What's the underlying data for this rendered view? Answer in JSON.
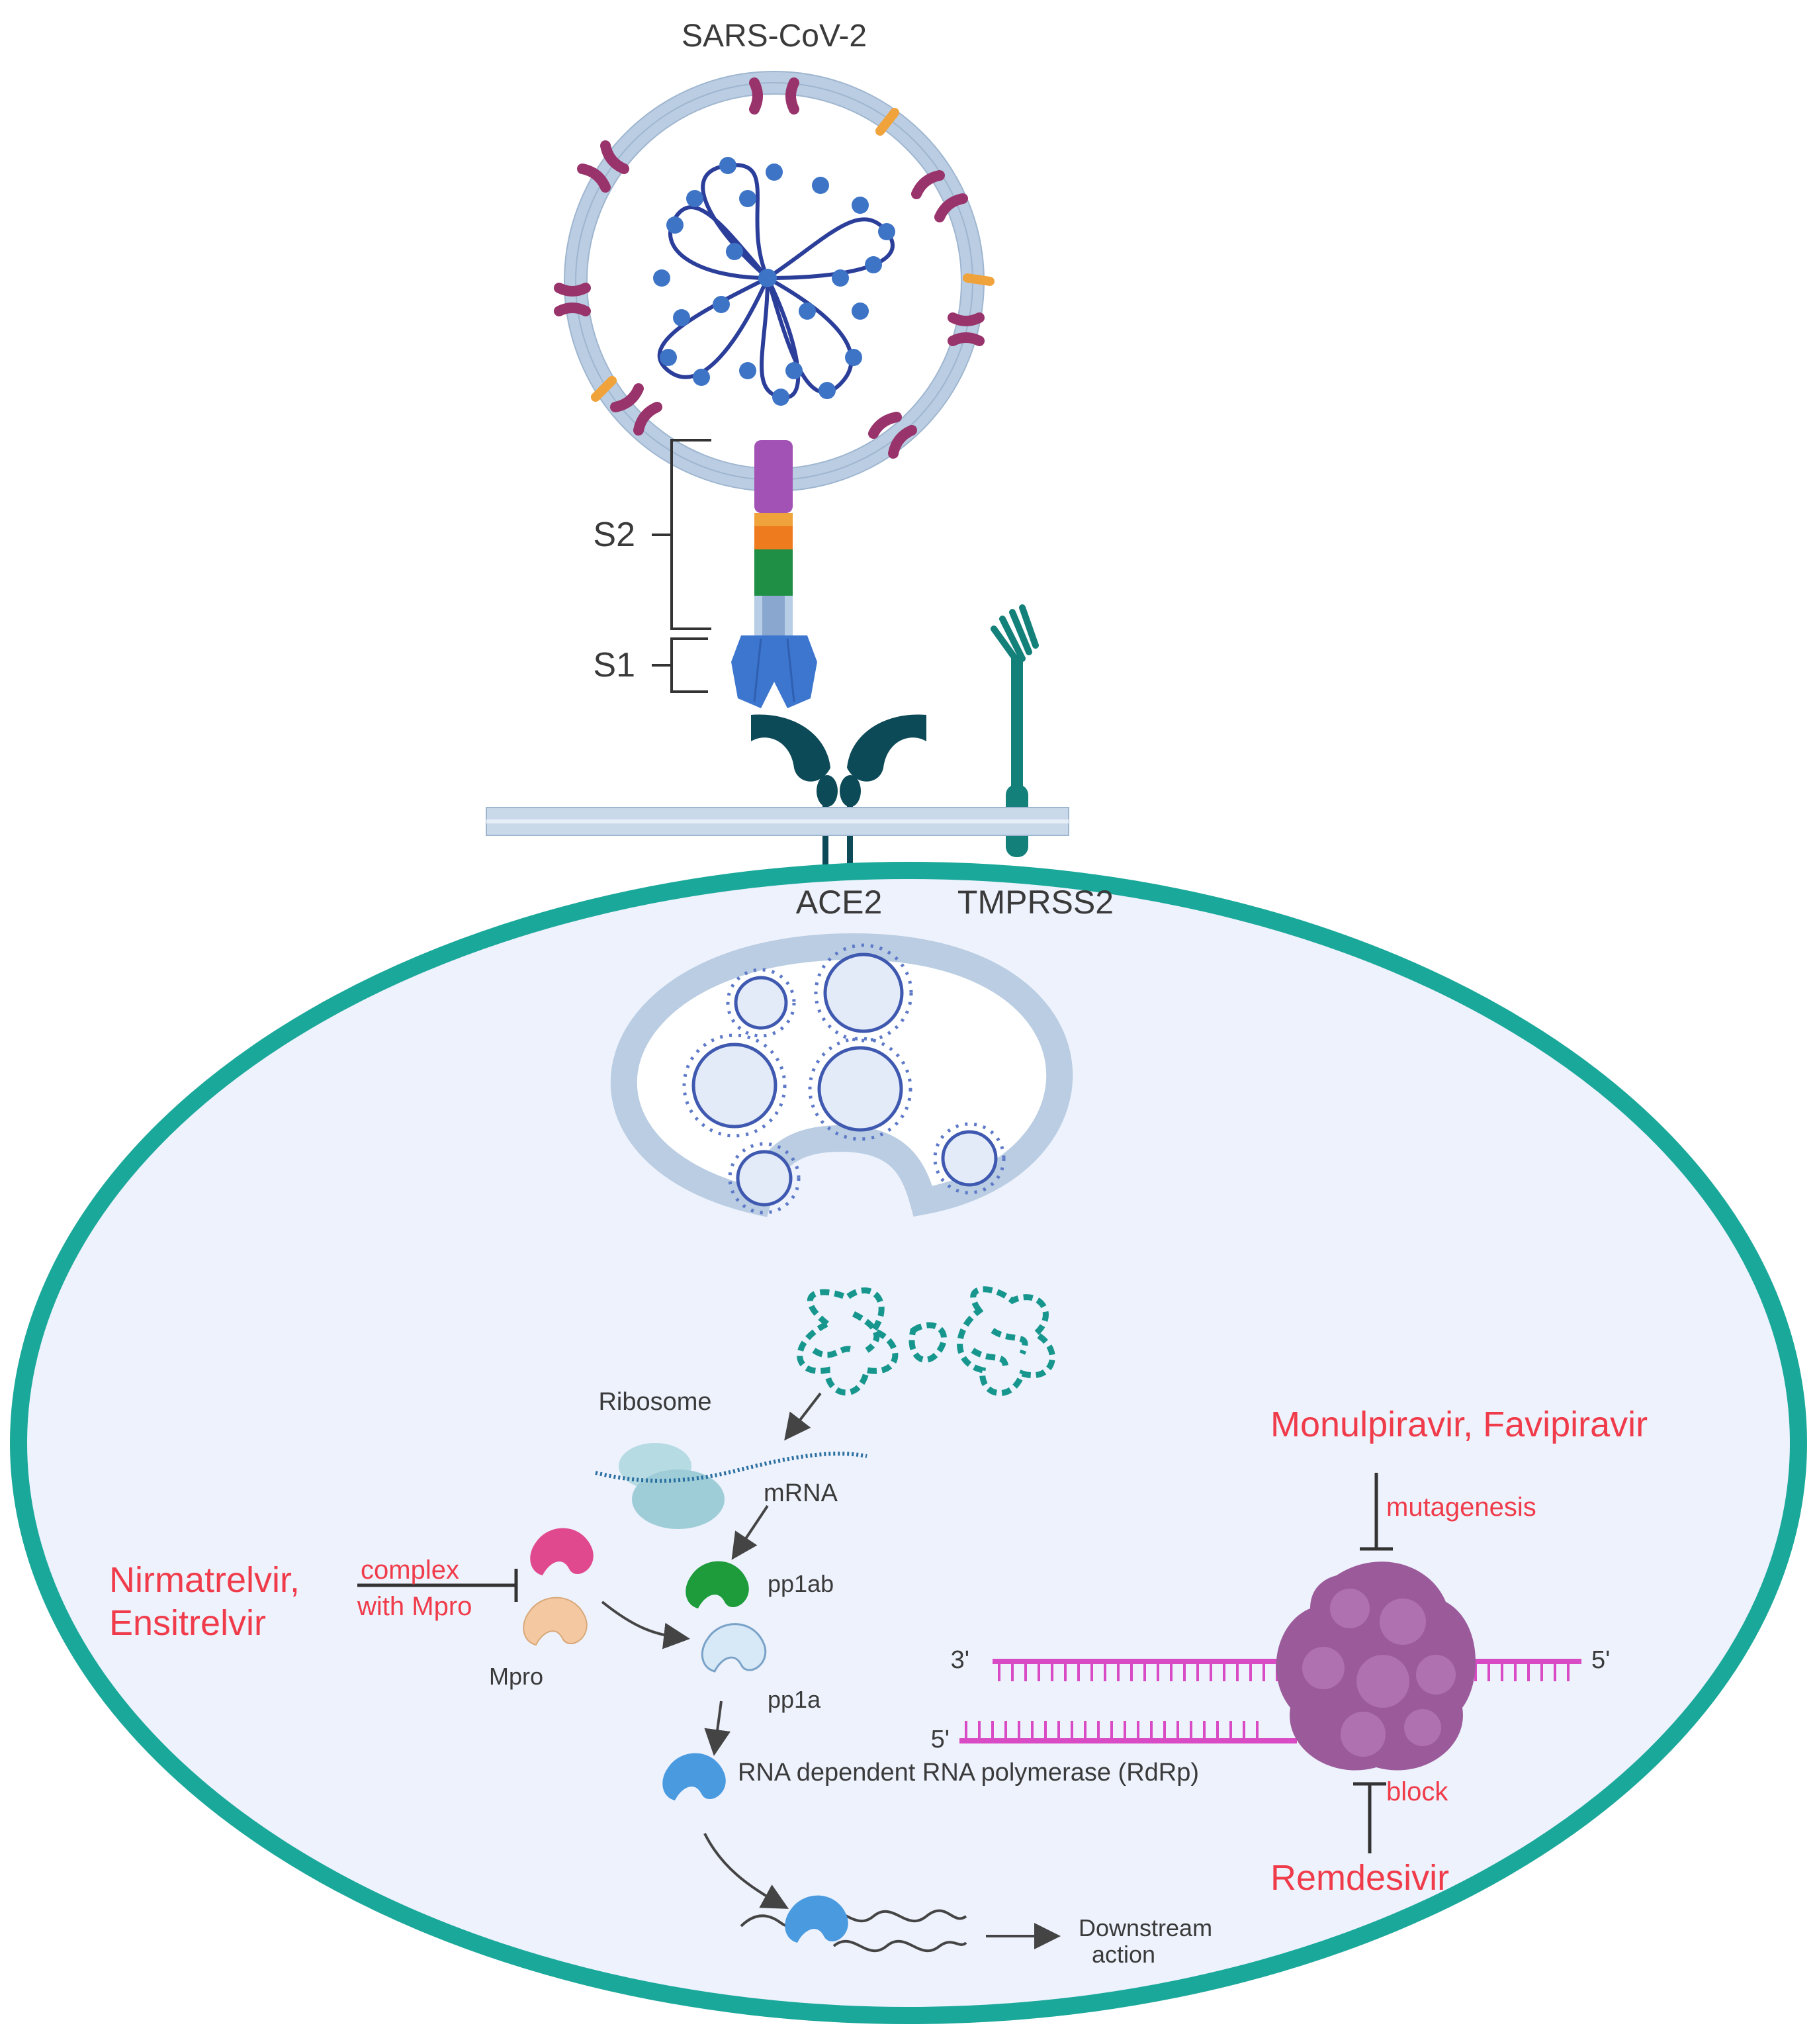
{
  "labels": {
    "virus": "SARS-CoV-2",
    "s2": "S2",
    "s1": "S1",
    "ace2": "ACE2",
    "tmprss2": "TMPRSS2",
    "ribosome": "Ribosome",
    "mrna": "mRNA",
    "pp1ab": "pp1ab",
    "pp1a": "pp1a",
    "mpro": "Mpro",
    "rdrp": "RNA dependent RNA polymerase (RdRp)",
    "downstream_1": "Downstream",
    "downstream_2": "action",
    "strand_3": "3'",
    "strand_5_right": "5'",
    "strand_5_left": "5'"
  },
  "drugs": {
    "nirmatrelvir_1": "Nirmatrelvir,",
    "nirmatrelvir_2": "Ensitrelvir",
    "complex_1": "complex",
    "complex_2": "with Mpro",
    "molnupiravir": "Monulpiravir, Favipiravir",
    "mutagenesis": "mutagenesis",
    "remdesivir": "Remdesivir",
    "block": "block"
  },
  "colors": {
    "cell_border": "#1aa89a",
    "cell_fill": "#edf2fd",
    "membrane": "#b7cbe1",
    "spike_purple": "#a252b4",
    "spike_orange": "#f08a24",
    "spike_green": "#1f8f45",
    "rbd_blue": "#3d76cf",
    "ace2": "#0d4a57",
    "tmprss2": "#13807a",
    "drug_red": "#f03c4a",
    "rdrp_purple": "#9b5b9b",
    "rna_pink": "#d84bc4"
  }
}
